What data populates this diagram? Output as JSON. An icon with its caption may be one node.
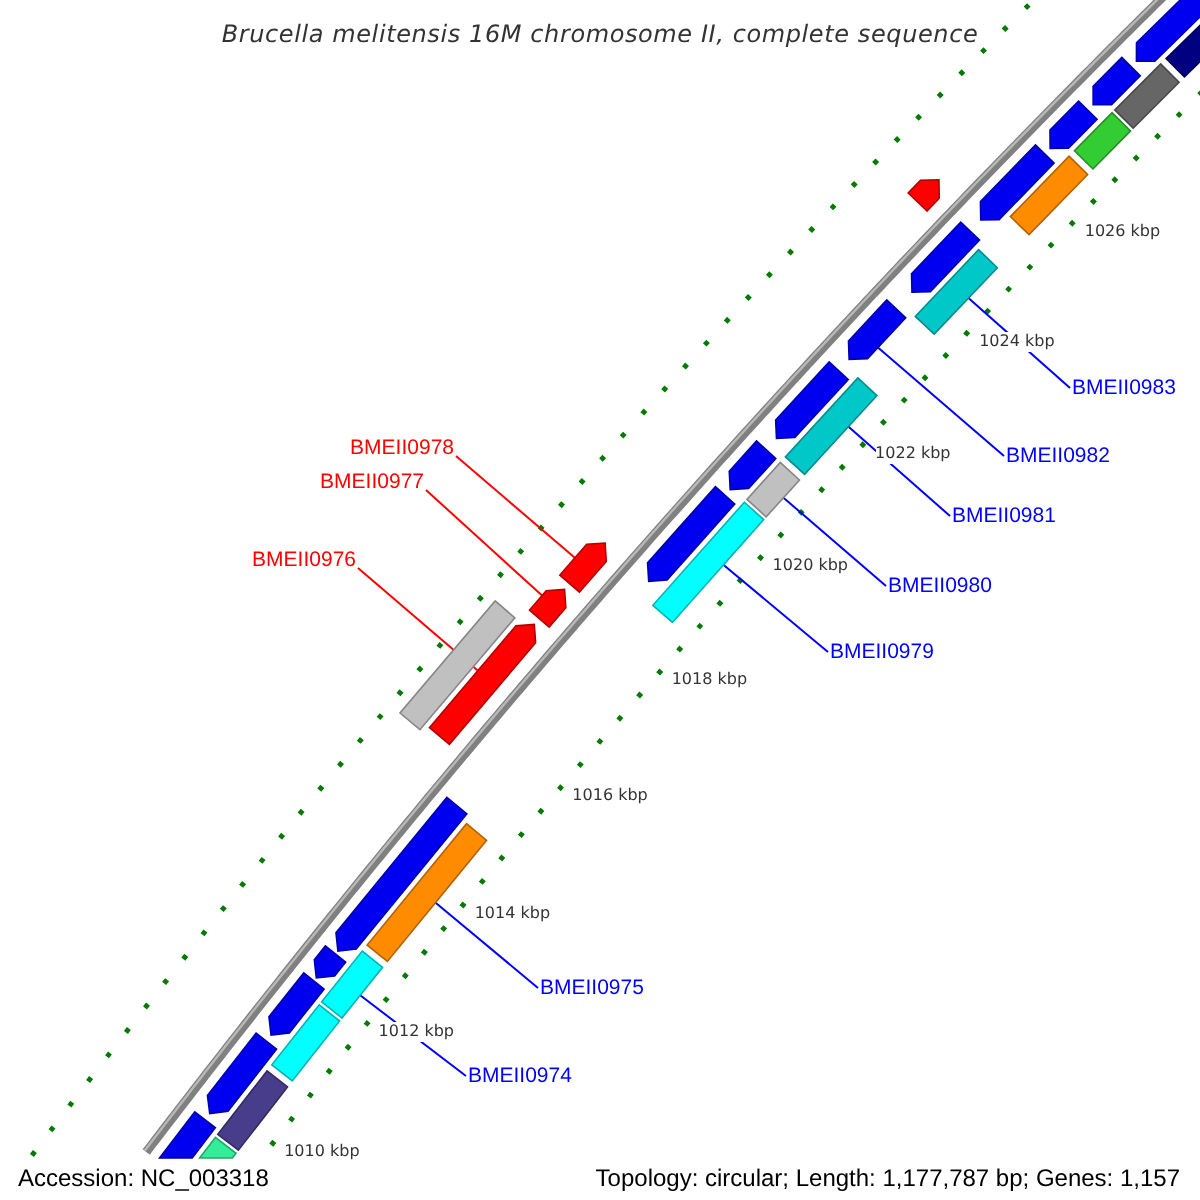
{
  "diagram": {
    "title": "Brucella melitensis 16M chromosome II, complete sequence",
    "nodes": [
      {
        "text": [
          "BMEII0978"
        ]
      },
      {
        "text": [
          "BMEII0977"
        ]
      },
      {
        "text": [
          "BMEII0976"
        ]
      },
      {
        "text": [
          "BMEII0983"
        ]
      },
      {
        "text": [
          "BMEII0982"
        ]
      },
      {
        "text": [
          "BMEII0981"
        ]
      },
      {
        "text": [
          "BMEII0980"
        ]
      },
      {
        "text": [
          "BMEII0979"
        ]
      },
      {
        "text": [
          "BMEII0975"
        ]
      },
      {
        "text": [
          "BMEII0974"
        ]
      },
      {
        "text": [],
        "shape": "pentagon"
      },
      {
        "text": [],
        "shape": "bar"
      },
      {
        "text": [],
        "shape": "bar"
      },
      {
        "text": [],
        "shape": "pentagon"
      },
      {
        "text": [],
        "shape": "bar"
      },
      {
        "text": [],
        "shape": "pentagon"
      },
      {
        "text": [],
        "shape": "bar"
      },
      {
        "text": [],
        "shape": "pentagon"
      },
      {
        "text": [],
        "shape": "pentagon"
      },
      {
        "text": [],
        "shape": "bar"
      },
      {
        "text": [],
        "shape": "bar"
      },
      {
        "text": [],
        "shape": "pentagon"
      },
      {
        "text": [],
        "shape": "pentagon"
      },
      {
        "text": [],
        "shape": "pentagon"
      },
      {
        "text": [],
        "shape": "bar"
      },
      {
        "text": [],
        "shape": "pentagon"
      },
      {
        "text": [],
        "shape": "pentagon"
      },
      {
        "text": [],
        "shape": "bar"
      },
      {
        "text": [],
        "shape": "bar"
      },
      {
        "text": [],
        "shape": "pentagon"
      },
      {
        "text": [],
        "shape": "pentagon"
      },
      {
        "text": [],
        "shape": "bar"
      },
      {
        "text": [],
        "shape": "pentagon"
      },
      {
        "text": [],
        "shape": "pentagon"
      },
      {
        "text": [],
        "shape": "pentagon"
      },
      {
        "text": [],
        "shape": "bar"
      },
      {
        "text": [],
        "shape": "pentagon"
      },
      {
        "text": [],
        "shape": "bar"
      },
      {
        "text": [],
        "shape": "pentagon"
      },
      {
        "text": [],
        "shape": "bar"
      },
      {
        "text": [],
        "shape": "pentagon"
      },
      {
        "text": [],
        "shape": "bar"
      }
    ],
    "edges": [
      {
        "from": 0,
        "to": 23,
        "arrow": "none",
        "color": "#ff0000"
      },
      {
        "from": 1,
        "to": 22,
        "arrow": "none",
        "color": "#ff0000"
      },
      {
        "from": 2,
        "to": 21,
        "arrow": "none",
        "color": "#ff0000"
      },
      {
        "from": 3,
        "to": 31,
        "arrow": "none"
      },
      {
        "from": 4,
        "to": 30,
        "arrow": "none"
      },
      {
        "from": 5,
        "to": 28,
        "arrow": "none"
      },
      {
        "from": 6,
        "to": 27,
        "arrow": "none"
      },
      {
        "from": 7,
        "to": 24,
        "arrow": "none"
      },
      {
        "from": 8,
        "to": 19,
        "arrow": "none"
      },
      {
        "from": 9,
        "to": 16,
        "arrow": "none"
      }
    ],
    "labels": [
      "1026 kbp",
      "1024 kbp",
      "1022 kbp",
      "1020 kbp",
      "1018 kbp",
      "1016 kbp",
      "1014 kbp",
      "1012 kbp",
      "1010 kbp",
      "Accession: NC_003318",
      "Topology: circular; Length: 1,177,787 bp; Genes: 1,157"
    ]
  }
}
